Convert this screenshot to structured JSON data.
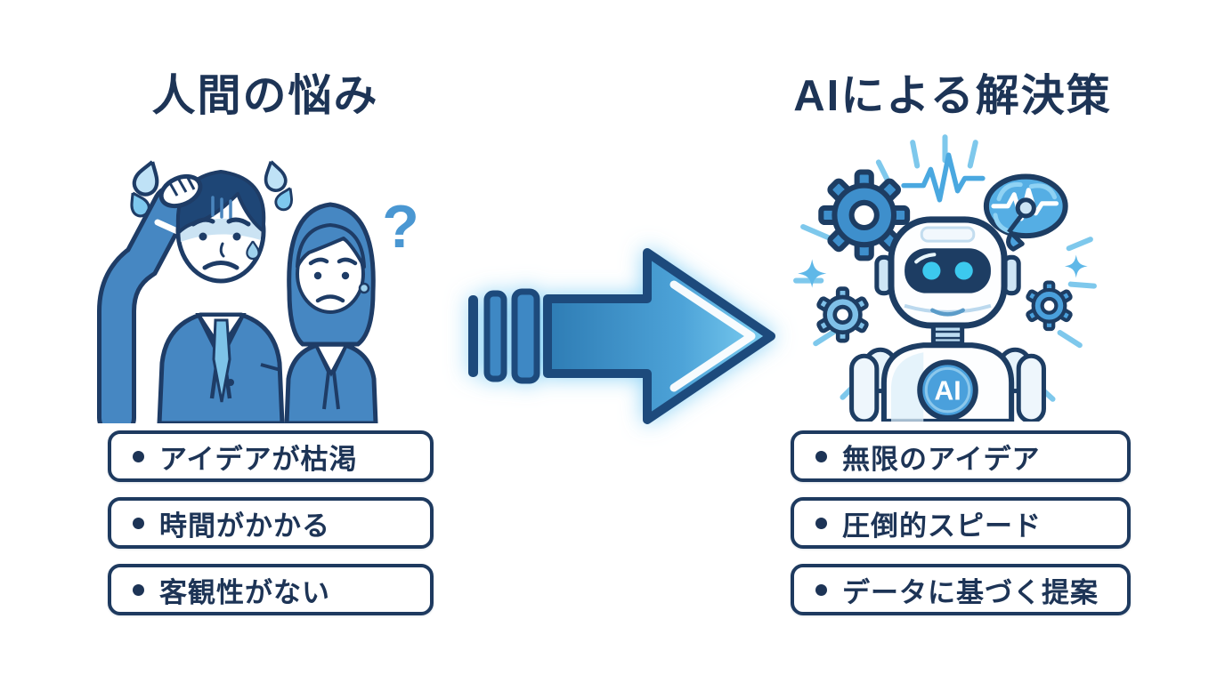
{
  "page": {
    "background": "#ffffff"
  },
  "colors": {
    "navy_text": "#1d3456",
    "outline_navy": "#1e3c66",
    "suit_blue": "#4687c2",
    "medium_blue": "#3e8fcc",
    "light_blue": "#a8d4f0",
    "cyan_eyes": "#3cc9ee",
    "arrow_dark": "#1d4a7c",
    "box_border": "#1e3a5f"
  },
  "left": {
    "title": "人間の悩み",
    "illustration": "worried-business-people",
    "decorations": {
      "question_mark": "?"
    },
    "items": [
      {
        "text": "アイデアが枯渇"
      },
      {
        "text": "時間がかかる"
      },
      {
        "text": "客観性がない"
      }
    ]
  },
  "right": {
    "title": "AIによる解決策",
    "illustration": "ai-robot-with-gears-and-brain",
    "badge_label": "AI",
    "items": [
      {
        "text": "無限のアイデア"
      },
      {
        "text": "圧倒的スピード"
      },
      {
        "text": "データに基づく提案"
      }
    ]
  },
  "arrow": {
    "direction": "right"
  }
}
